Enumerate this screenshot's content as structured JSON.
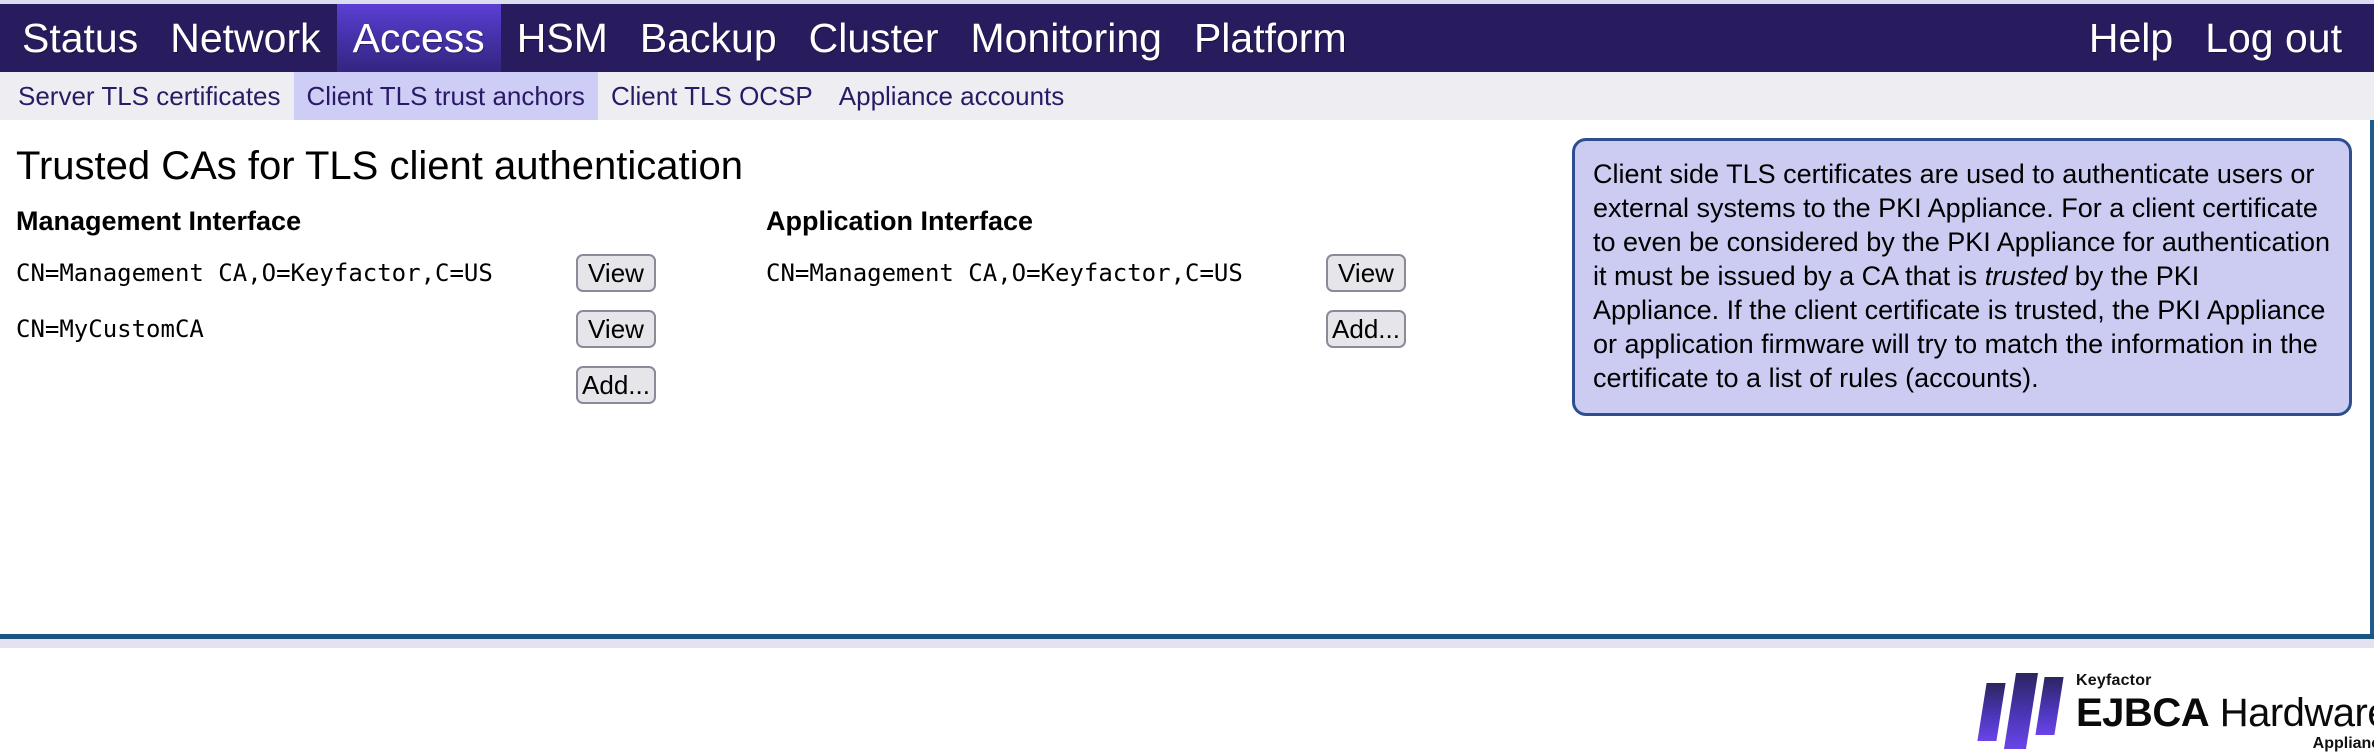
{
  "primary_nav": {
    "items": [
      {
        "label": "Status",
        "active": false
      },
      {
        "label": "Network",
        "active": false
      },
      {
        "label": "Access",
        "active": true
      },
      {
        "label": "HSM",
        "active": false
      },
      {
        "label": "Backup",
        "active": false
      },
      {
        "label": "Cluster",
        "active": false
      },
      {
        "label": "Monitoring",
        "active": false
      },
      {
        "label": "Platform",
        "active": false
      }
    ],
    "right_items": [
      {
        "label": "Help"
      },
      {
        "label": "Log out"
      }
    ]
  },
  "secondary_nav": {
    "items": [
      {
        "label": "Server TLS certificates",
        "active": false
      },
      {
        "label": "Client TLS trust anchors",
        "active": true
      },
      {
        "label": "Client TLS OCSP",
        "active": false
      },
      {
        "label": "Appliance accounts",
        "active": false
      }
    ]
  },
  "main": {
    "page_title": "Trusted CAs for TLS client authentication",
    "management_interface": {
      "heading": "Management Interface",
      "rows": [
        {
          "dn": "CN=Management CA,O=Keyfactor,C=US",
          "button": "View"
        },
        {
          "dn": "CN=MyCustomCA",
          "button": "View"
        }
      ],
      "add_label": "Add..."
    },
    "application_interface": {
      "heading": "Application Interface",
      "rows": [
        {
          "dn": "CN=Management CA,O=Keyfactor,C=US",
          "button": "View"
        }
      ],
      "add_label": "Add..."
    }
  },
  "info_box": {
    "part1": "Client side TLS certificates are used to authenticate users or external systems to the PKI Appliance. For a client certificate to even be considered by the PKI Appliance for authentication it must be issued by a CA that is ",
    "emphasis": "trusted",
    "part2": " by the PKI Appliance. If the client certificate is trusted, the PKI Appliance or application firmware will try to match the information in the certificate to a list of rules (accounts)."
  },
  "logo": {
    "keyfactor": "Keyfactor",
    "product_bold": "EJBCA",
    "product_light": " Hardware",
    "appliance": "Appliance"
  },
  "colors": {
    "nav_background": "#281c5e",
    "nav_active": "#4733ad",
    "subnav_background": "#eeeef2",
    "subnav_active": "#cdcdf5",
    "subnav_text": "#2a1a66",
    "info_box_background": "#ccccf2",
    "info_box_border": "#2e4f8f",
    "button_background": "#e6e6ea",
    "button_border": "#8a8a99",
    "frame_border": "#1e5a8e",
    "bottom_rule": "#1c5480"
  }
}
